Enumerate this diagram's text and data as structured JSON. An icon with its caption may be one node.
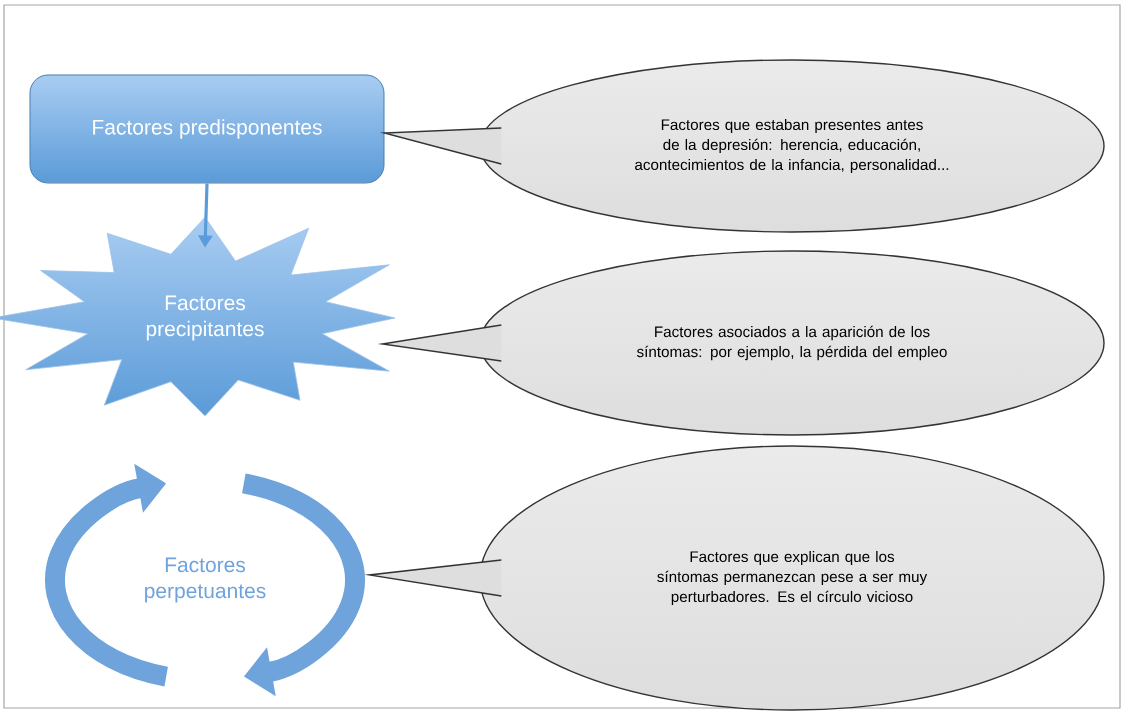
{
  "diagram": {
    "nodes": [
      {
        "text": [
          "Factores predisponentes"
        ]
      },
      {
        "text": [
          "Factores precipitantes"
        ]
      },
      {
        "text": [
          "Factores perpetuantes"
        ]
      },
      {
        "text": [
          "Factores que estaban presentes antes de la depresión: herencia, educación, acontecimientos de la infancia, personalidad..."
        ]
      },
      {
        "text": [
          "Factores asociados a la aparición de los síntomas: por ejemplo, la pérdida del empleo"
        ]
      },
      {
        "text": [
          "Factores que explican que los síntomas permanezcan pese a ser muy perturbadores. Es el círculo vicioso"
        ]
      }
    ],
    "edges": [
      {
        "from": 0,
        "to": 1,
        "arrow": "to"
      }
    ]
  }
}
